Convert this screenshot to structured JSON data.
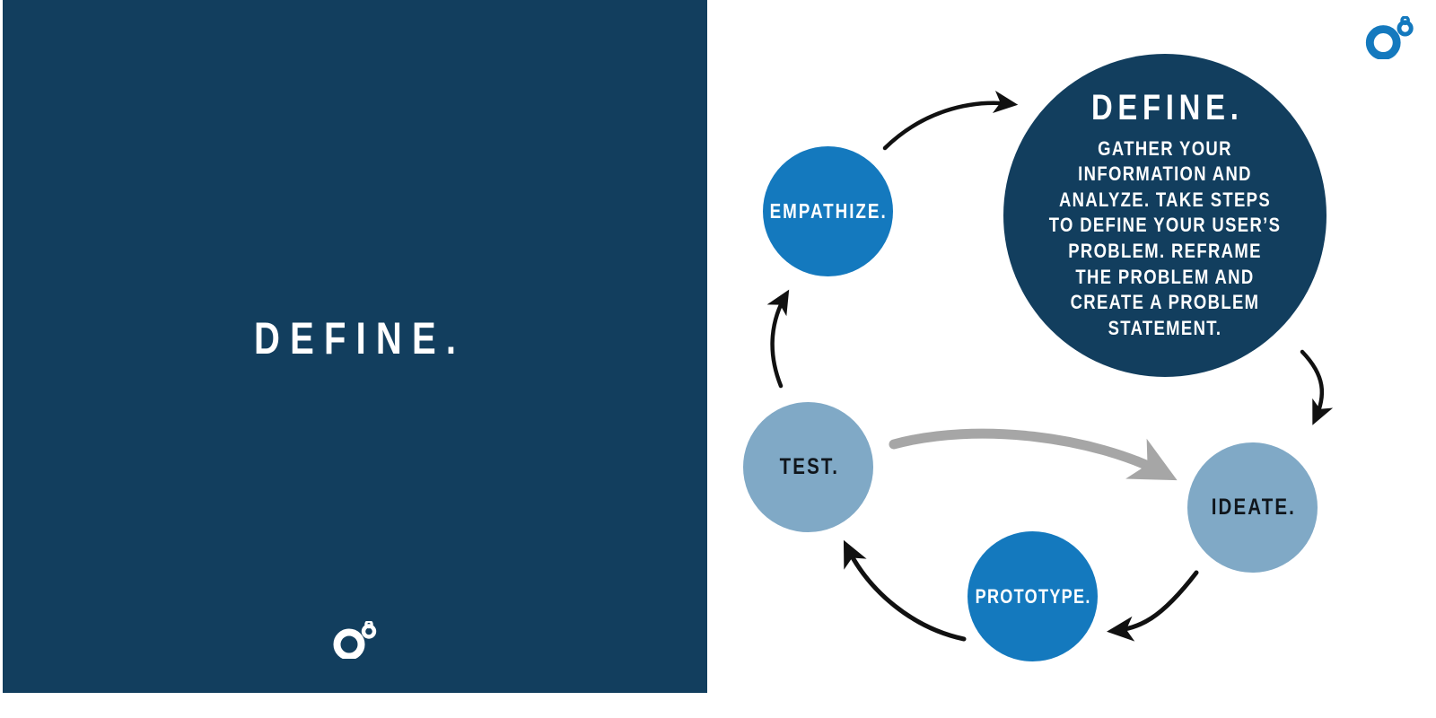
{
  "slide": {
    "left_panel": {
      "title": "DEFINE.",
      "background_color": "#123e5e",
      "logo_icon": "o8-logo-icon"
    },
    "brand": {
      "logo_icon": "o8-logo-icon",
      "color": "#1479be"
    }
  },
  "diagram": {
    "name": "design-thinking-cycle",
    "nodes": [
      {
        "id": "empathize",
        "label": "EMPATHIZE.",
        "fill": "#1479be",
        "text_color": "#ffffff",
        "description": ""
      },
      {
        "id": "define",
        "label": "DEFINE.",
        "fill": "#123e5e",
        "text_color": "#ffffff",
        "description": "GATHER YOUR INFORMATION AND ANALYZE. TAKE STEPS TO DEFINE YOUR USER’S PROBLEM. REFRAME THE PROBLEM AND CREATE A PROBLEM STATEMENT."
      },
      {
        "id": "ideate",
        "label": "IDEATE.",
        "fill": "#80a9c6",
        "text_color": "#10161c",
        "description": ""
      },
      {
        "id": "prototype",
        "label": "PROTOTYPE.",
        "fill": "#1479be",
        "text_color": "#ffffff",
        "description": ""
      },
      {
        "id": "test",
        "label": "TEST.",
        "fill": "#80a9c6",
        "text_color": "#10161c",
        "description": ""
      }
    ],
    "connectors": [
      {
        "id": "empathize-to-define",
        "from": "empathize",
        "to": "define",
        "color": "#111111"
      },
      {
        "id": "define-to-ideate",
        "from": "define",
        "to": "ideate",
        "color": "#111111"
      },
      {
        "id": "ideate-to-prototype",
        "from": "ideate",
        "to": "prototype",
        "color": "#111111"
      },
      {
        "id": "prototype-to-test",
        "from": "prototype",
        "to": "test",
        "color": "#111111"
      },
      {
        "id": "test-to-empathize",
        "from": "test",
        "to": "empathize",
        "color": "#111111"
      },
      {
        "id": "test-to-ideate-shortcut",
        "from": "test",
        "to": "ideate",
        "color": "#a6a6a6"
      }
    ]
  }
}
